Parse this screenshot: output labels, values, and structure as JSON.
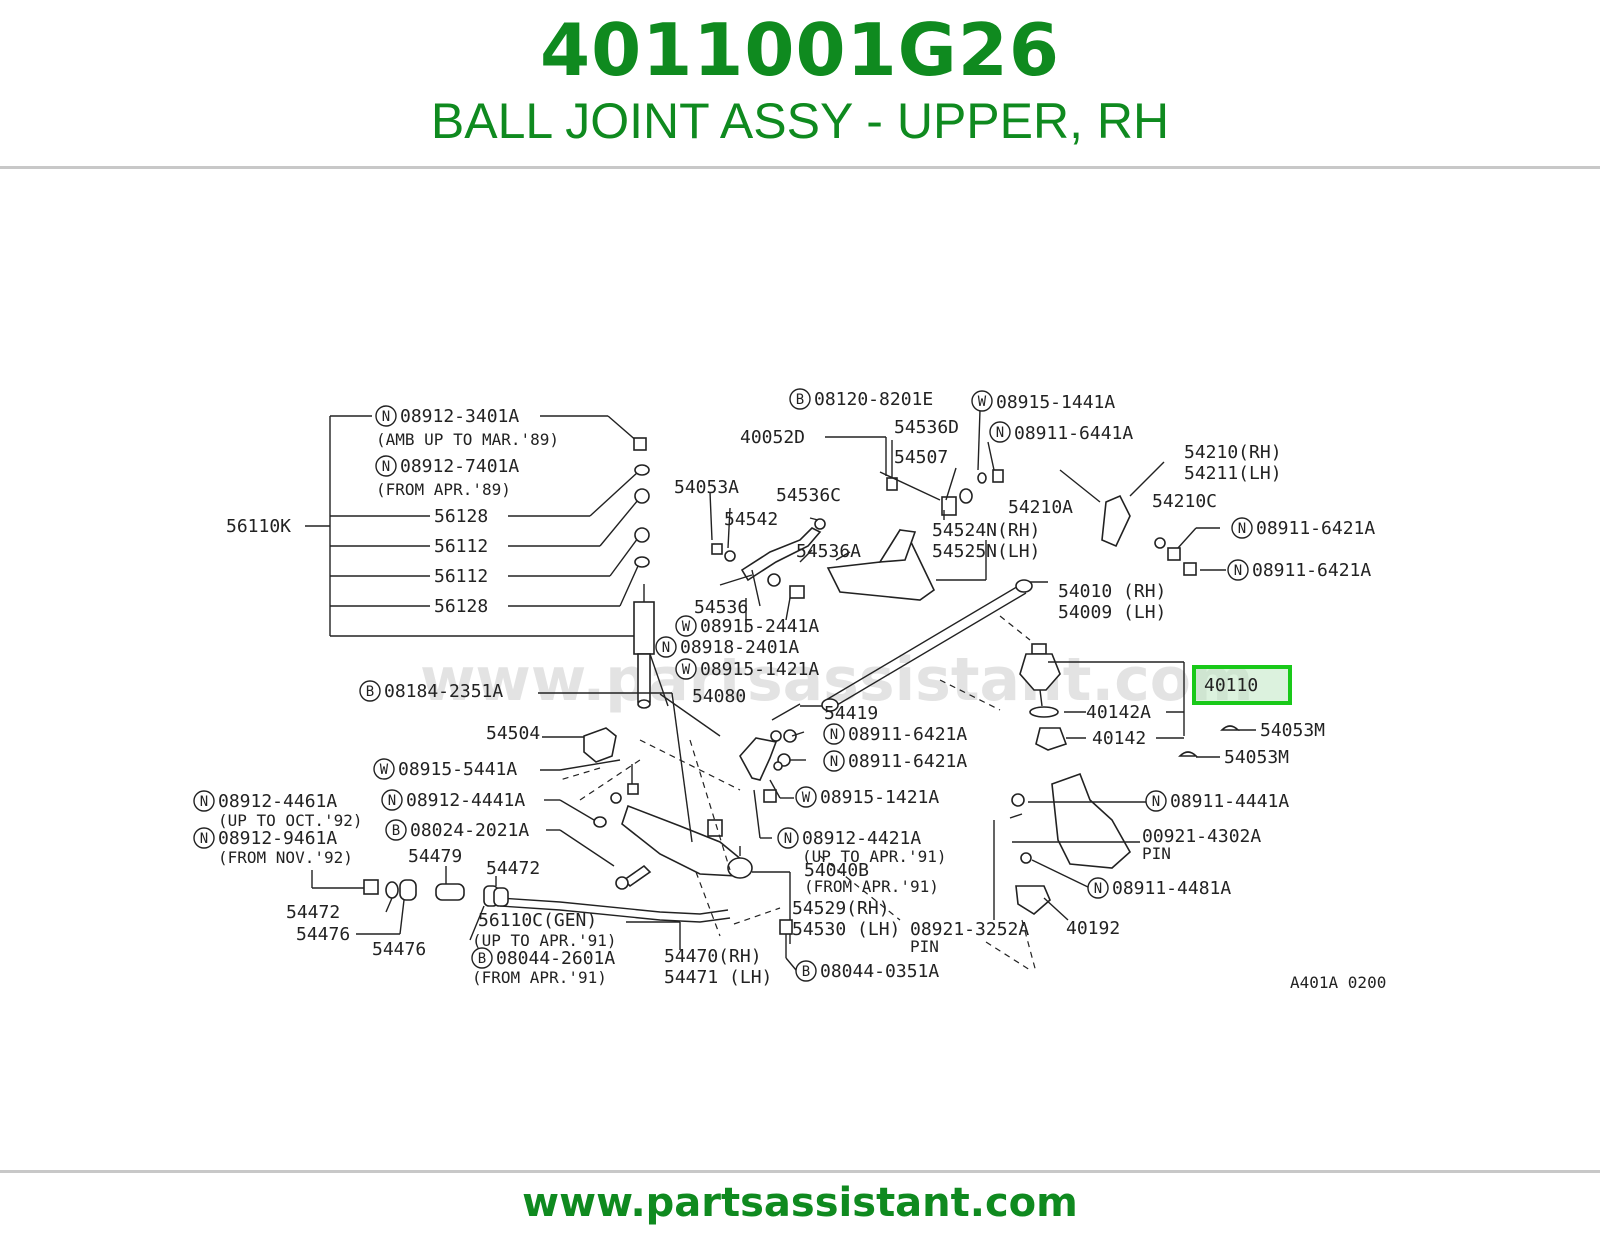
{
  "header": {
    "part_number": "4011001G26",
    "title": "BALL JOINT ASSY - UPPER, RH"
  },
  "footer": {
    "url": "www.partsassistant.com"
  },
  "watermark": "www.partsassistant.com",
  "diagram": {
    "highlight_label": "40110",
    "code": "A401A 0200",
    "labels": {
      "l1": "08912-3401A",
      "l1b": "(AMB UP TO MAR.'89)",
      "l2": "08912-7401A",
      "l2b": "(FROM APR.'89)",
      "l3": "56128",
      "l4": "56112",
      "l5": "56112",
      "l6": "56128",
      "l7": "56110K",
      "l8": "08120-8201E",
      "l9": "08915-1441A",
      "l10": "40052D",
      "l11": "54536D",
      "l12": "54507",
      "l13": "08911-6441A",
      "l14": "54210(RH)",
      "l15": "54211(LH)",
      "l16": "54053A",
      "l17": "54536C",
      "l18": "54210A",
      "l19": "54210C",
      "l20": "08911-6421A",
      "l21": "54542",
      "l22": "54536A",
      "l23": "54524N(RH)",
      "l24": "54525N(LH)",
      "l25": "08911-6421A",
      "l26": "54536",
      "l27": "54010 (RH)",
      "l28": "54009 (LH)",
      "l29": "08915-2441A",
      "l30": "08918-2401A",
      "l31": "08915-1421A",
      "l32": "08184-2351A",
      "l33": "54080",
      "l34": "54419",
      "l35": "40142A",
      "l36": "40142",
      "l37": "54053M",
      "l38": "54053M",
      "l39": "54504",
      "l40": "08911-6421A",
      "l41": "08911-6421A",
      "l42": "08915-5441A",
      "l43": "08915-1421A",
      "l44": "08912-4461A",
      "l44b": "(UP TO OCT.'92)",
      "l45": "08912-4441A",
      "l46": "08911-4441A",
      "l47": "08912-9461A",
      "l47b": "(FROM NOV.'92)",
      "l48": "08024-2021A",
      "l49": "08912-4421A",
      "l49b": "(UP TO APR.'91)",
      "l50": "00921-4302A",
      "l50b": "PIN",
      "l51": "54479",
      "l52": "54472",
      "l53": "54040B",
      "l53b": "(FROM APR.'91)",
      "l54": "08911-4481A",
      "l55": "54472",
      "l56": "54476",
      "l57": "54476",
      "l58": "56110C(GEN)",
      "l58b": "(UP TO APR.'91)",
      "l59": "54529(RH)",
      "l60": "54530 (LH)",
      "l61": "08921-3252A",
      "l61b": "PIN",
      "l62": "40192",
      "l63": "08044-2601A",
      "l63b": "(FROM APR.'91)",
      "l64": "54470(RH)",
      "l65": "54471 (LH)",
      "l66": "08044-0351A"
    },
    "prefix": {
      "n": "N",
      "w": "W",
      "b": "B"
    }
  }
}
